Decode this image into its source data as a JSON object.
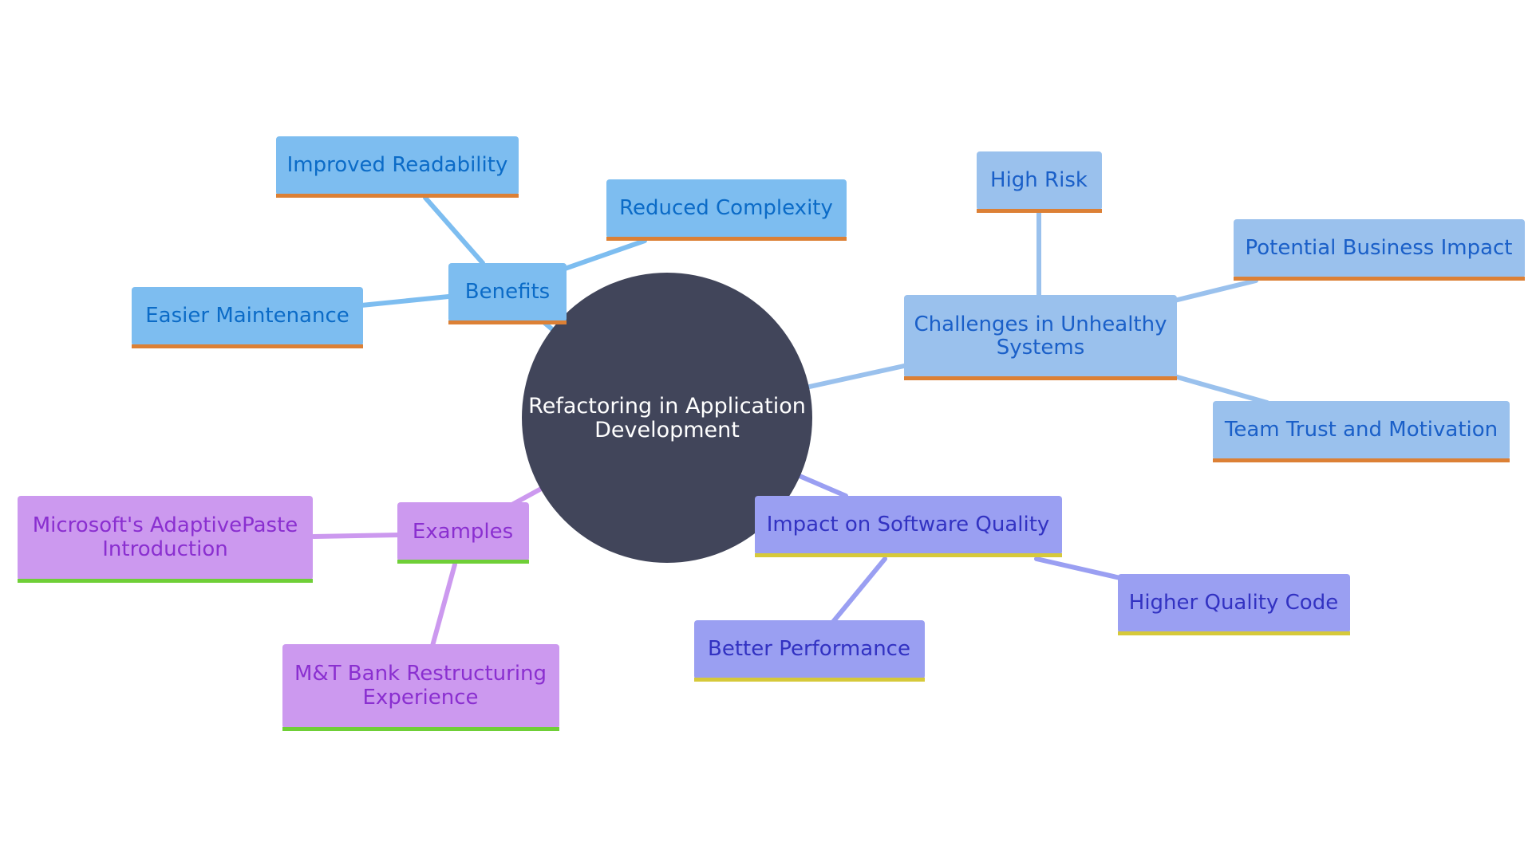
{
  "colors": {
    "root_fill": "#41455a",
    "benefits_fill": "#7dbdf0",
    "benefits_text": "#0b6bc7",
    "benefits_edge": "#7dbdf0",
    "challenges_fill": "#9ac1ed",
    "challenges_text": "#1a5fc8",
    "challenges_edge": "#9ac1ed",
    "impact_fill": "#9a9ff2",
    "impact_text": "#3232c2",
    "impact_edge": "#9a9ff2",
    "examples_fill": "#cc99ef",
    "examples_text": "#8a2fd0",
    "examples_edge": "#cc99ef",
    "underline_orange": "#dc8035",
    "underline_yellow": "#d6c93a",
    "underline_green": "#6fcf37"
  },
  "root": {
    "line1": "Refactoring in Application",
    "line2": "Development"
  },
  "branches": {
    "benefits": {
      "label": "Benefits",
      "children": [
        "Improved Readability",
        "Reduced Complexity",
        "Easier Maintenance"
      ]
    },
    "challenges": {
      "label_line1": "Challenges in Unhealthy",
      "label_line2": "Systems",
      "children": [
        "High Risk",
        "Potential Business Impact",
        "Team Trust and Motivation"
      ]
    },
    "impact": {
      "label": "Impact on Software Quality",
      "children": [
        "Higher Quality Code",
        "Better Performance"
      ]
    },
    "examples": {
      "label": "Examples",
      "child1_line1": "Microsoft's AdaptivePaste",
      "child1_line2": "Introduction",
      "child2_line1": "M&T Bank Restructuring",
      "child2_line2": "Experience"
    }
  }
}
